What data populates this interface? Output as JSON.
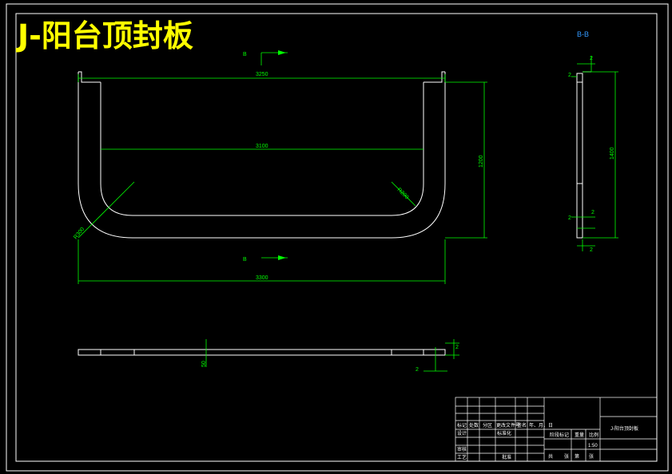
{
  "drawing": {
    "title": "J-阳台顶封板",
    "colors": {
      "background": "#000000",
      "outline": "#ffffff",
      "dimension": "#00ff00",
      "title": "#ffff00",
      "section_label": "#3399ff"
    },
    "section_marker": "B",
    "section_title": "B-B",
    "dimensions": {
      "top_width": "3250",
      "inner_width": "3100",
      "outer_width": "3300",
      "height": "1200",
      "radius_left": "R300",
      "radius_right": "R200",
      "side_height": "1400",
      "side_small_a": "2",
      "side_small_b": "2",
      "side_small_c": "2",
      "side_small_d": "2",
      "side_small_e": "2",
      "bottom_small": "2",
      "bottom_mid": "50",
      "bottom_right": "2"
    },
    "title_block": {
      "drawing_name": "J-阳台顶封板",
      "labels": [
        "标记",
        "处数",
        "分区",
        "更改文件号",
        "签名",
        "年、月、日",
        "设计",
        "标准化",
        "审核",
        "工艺",
        "批准",
        "阶段标记",
        "重量",
        "比例",
        "共",
        "张",
        "第",
        "张",
        "1:50"
      ]
    }
  }
}
